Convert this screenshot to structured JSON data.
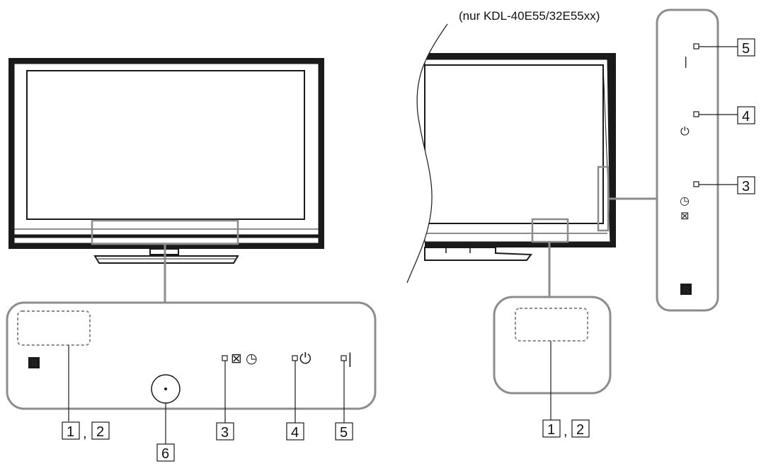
{
  "caption": "(nur KDL-40E55/32E55xx)",
  "callouts": {
    "n1": "1",
    "n2": "2",
    "n3": "3",
    "n4": "4",
    "n5": "5",
    "n6": "6",
    "comma": ","
  },
  "symbols": {
    "remote_sensor": "R",
    "picture_off": "⊠",
    "timer": "◷",
    "power": "⏻",
    "on": "|"
  },
  "colors": {
    "frame": "#1a1a1a",
    "panel_border": "#8c8c8c",
    "line_gray": "#8c8c8c"
  }
}
